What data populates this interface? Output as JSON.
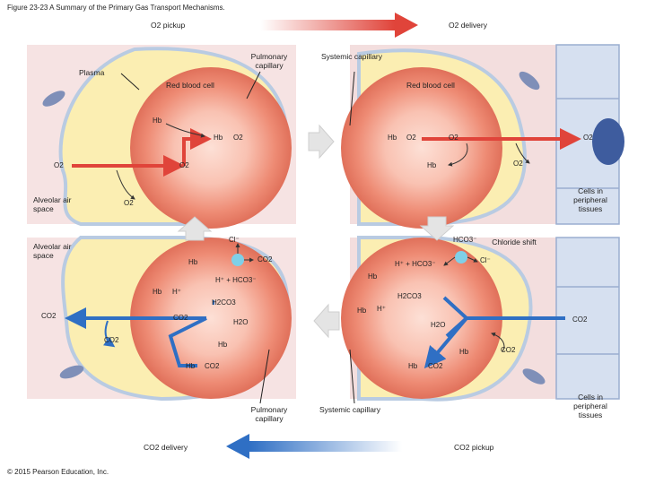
{
  "figure": {
    "title": "Figure 23-23 A Summary of the Primary Gas Transport Mechanisms.",
    "copyright": "© 2015 Pearson Education, Inc."
  },
  "top_bar": {
    "left_label": "O2 pickup",
    "right_label": "O2 delivery",
    "arrow_color": "#e0443a"
  },
  "bottom_bar": {
    "left_label": "CO2 delivery",
    "right_label": "CO2 pickup",
    "arrow_color": "#2f6fc4"
  },
  "labels": {
    "pulmonary_capillary": "Pulmonary capillary",
    "systemic_capillary": "Systemic capillary",
    "plasma": "Plasma",
    "red_blood_cell": "Red blood cell",
    "alveolar_air_space": "Alveolar air space",
    "cells_in_peripheral_tissues": "Cells in peripheral tissues",
    "chloride_shift": "Chloride shift"
  },
  "molecules": {
    "hb": "Hb",
    "o2": "O2",
    "co2": "CO2",
    "cl": "Cl⁻",
    "hco3": "HCO3⁻",
    "h_plus_hco3": "H⁺ + HCO3⁻",
    "h_plus": "H⁺",
    "h2co3": "H2CO3",
    "h2o": "H2O"
  },
  "colors": {
    "plasma": "#fbeeb2",
    "rbc": "#ef8f7a",
    "rbc_center": "#fbd3c6",
    "membrane": "#bcd0e6",
    "o2_arrow": "#e0443a",
    "co2_arrow": "#2f6fc4",
    "carbonic_anhydrase": "#7fd0e8"
  }
}
